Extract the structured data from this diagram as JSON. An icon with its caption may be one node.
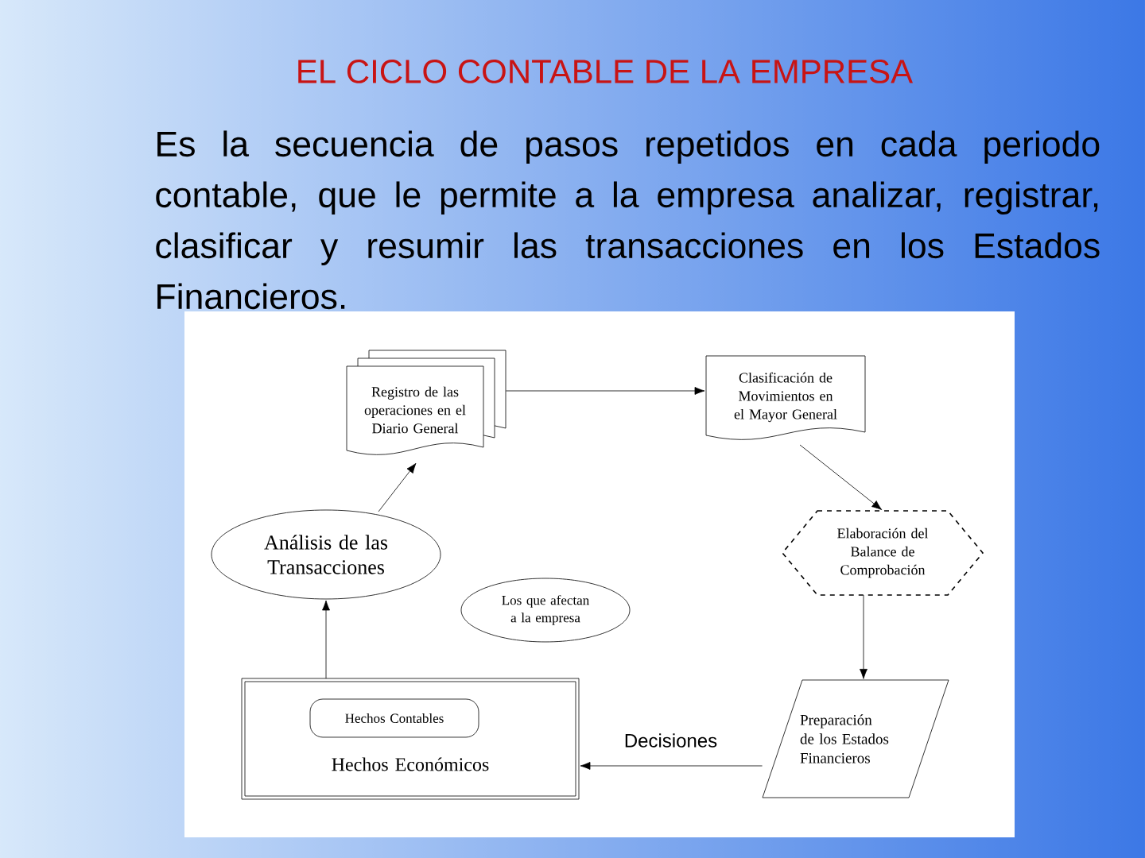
{
  "diagram": {
    "title": "EL CICLO CONTABLE DE LA EMPRESA",
    "nodes": [
      {
        "text": [
          "Registro de las operaciones en el Diario General"
        ]
      },
      {
        "text": [
          "Clasificación de Movimientos en el Mayor General"
        ]
      },
      {
        "text": [
          "Elaboración del Balance de Comprobación"
        ]
      },
      {
        "text": [
          "Análisis de las Transacciones"
        ]
      },
      {
        "text": [
          "Los que afectan a la empresa"
        ]
      },
      {
        "text": [
          "Hechos Económicos"
        ]
      },
      {
        "text": [
          "Hechos Contables"
        ],
        "in": 5
      },
      {
        "text": [
          "Preparación de los Estados Financieros"
        ]
      }
    ],
    "edges": [
      {
        "from": 0,
        "to": 1,
        "arrow": "to"
      },
      {
        "from": 1,
        "to": 2,
        "arrow": "to"
      },
      {
        "from": 2,
        "to": 7,
        "arrow": "to"
      },
      {
        "from": 7,
        "to": 5,
        "arrow": "to",
        "label": "Decisiones"
      },
      {
        "from": 5,
        "to": 3,
        "arrow": "to"
      },
      {
        "from": 3,
        "to": 0,
        "arrow": "to"
      }
    ],
    "labels": [
      "Es la secuencia  de pasos repetidos en cada periodo contable, que le permite a la empresa analizar, registrar, clasificar y resumir las transacciones en los Estados Financieros."
    ]
  }
}
